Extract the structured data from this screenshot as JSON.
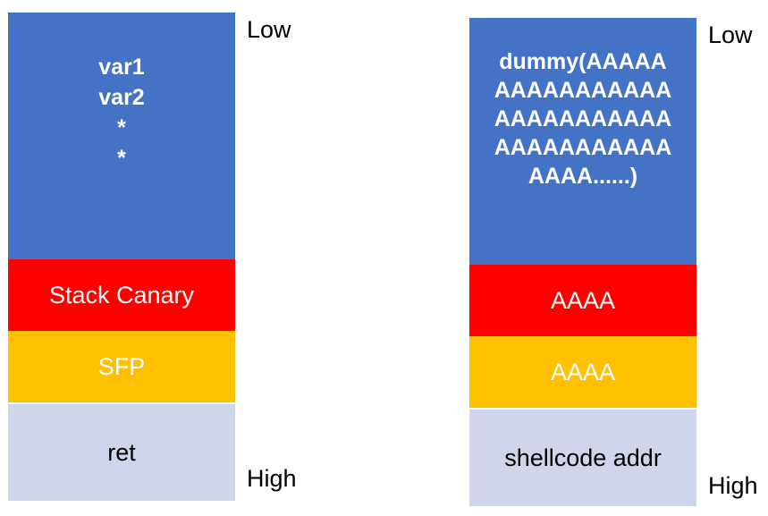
{
  "left_stack": {
    "vars_lines": [
      "var1",
      "var2",
      "*",
      "*"
    ],
    "canary": "Stack Canary",
    "sfp": "SFP",
    "ret": "ret",
    "low_label": "Low",
    "high_label": "High"
  },
  "right_stack": {
    "dummy_lines": [
      "dummy(AAAAA",
      "AAAAAAAAAAA",
      "AAAAAAAAAAA",
      "AAAAAAAAAAA",
      "AAAA......)"
    ],
    "canary": "AAAA",
    "sfp": "AAAA",
    "ret": "shellcode addr",
    "low_label": "Low",
    "high_label": "High"
  },
  "colors": {
    "buffer": "#4472c4",
    "canary": "#ff0000",
    "sfp": "#ffc000",
    "ret": "#cfd5ea"
  }
}
